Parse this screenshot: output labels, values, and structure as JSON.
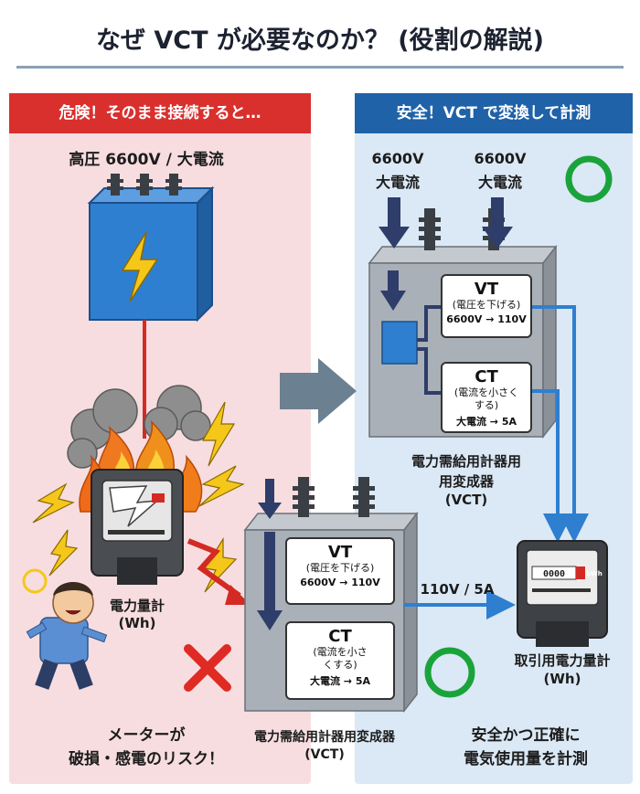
{
  "title": "なぜ VCT が必要なのか？ (役割の解説)",
  "left_panel": {
    "header": "危険！そのまま接続すると…",
    "source_label": "高圧 6600V / 大電流",
    "meter_label_line1": "電力量計",
    "meter_label_line2": "(Wh)",
    "risk_line1": "メーターが",
    "risk_line2": "破損・感電のリスク！"
  },
  "right_panel": {
    "header": "安全！VCT で変換して計測",
    "input_label_1_line1": "6600V",
    "input_label_1_line2": "大電流",
    "input_label_2_line1": "6600V",
    "input_label_2_line2": "大電流",
    "vct_label_line1": "電力需給用計器用",
    "vct_label_line2": "用変成器",
    "vct_label_line3": "(VCT)",
    "meter_label_line1": "取引用電力量計",
    "meter_label_line2": "(Wh)",
    "result_line1": "安全かつ正確に",
    "result_line2": "電気使用量を計測"
  },
  "vt_box": {
    "title": "VT",
    "desc": "(電圧を下げる)",
    "flow": "6600V → 110V"
  },
  "ct_box": {
    "title": "CT",
    "desc_line1": "(電流を小さく",
    "desc_line2": "する)",
    "flow": "大電流 → 5A"
  },
  "lower_vt_box": {
    "title": "VT",
    "desc": "(電圧を下げる)",
    "flow": "6600V → 110V"
  },
  "lower_ct_box": {
    "title": "CT",
    "desc_line1": "(電流を小さ",
    "desc_line2": "くする)",
    "flow": "大電流 → 5A"
  },
  "lower_vct_label_line1": "電力需給用計器用変成器",
  "lower_vct_label_line2": "(VCT)",
  "output_label": "110V / 5A",
  "meter_display": "0000",
  "meter_unit": "kWh",
  "colors": {
    "danger": "#d9302e",
    "safe": "#1f62a8",
    "ok_circle": "#1aa33a",
    "ng_cross": "#e02a24"
  }
}
